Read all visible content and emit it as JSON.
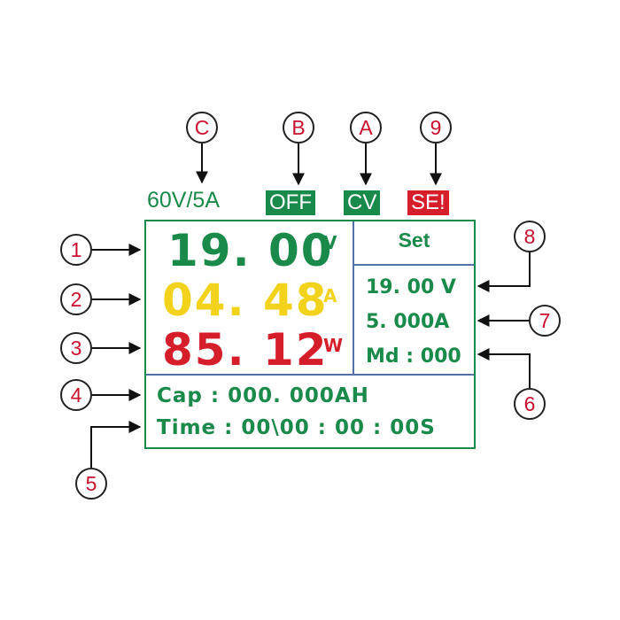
{
  "callouts": {
    "c": "C",
    "b": "B",
    "a": "A",
    "n9": "9",
    "n1": "1",
    "n2": "2",
    "n3": "3",
    "n4": "4",
    "n5": "5",
    "n6": "6",
    "n7": "7",
    "n8": "8"
  },
  "header": {
    "rating": "60V/5A",
    "output_state": "OFF",
    "mode": "CV",
    "protection": "SE!"
  },
  "readings": {
    "voltage": "19. 00",
    "voltage_unit": "V",
    "current": "04. 48",
    "current_unit": "A",
    "power": "85. 12",
    "power_unit": "W"
  },
  "settings": {
    "label": "Set",
    "voltage": "19. 00 V",
    "current": "5. 000A",
    "mode": "Md : 000"
  },
  "info": {
    "capacity": "Cap : 000. 000AH",
    "time": "Time : 00\\00 : 00 : 00S"
  },
  "colors": {
    "green": "#1a8a4a",
    "yellow": "#f2d21a",
    "red": "#d61e2a",
    "divider": "#5570a8",
    "callout_text": "#c8102e"
  }
}
